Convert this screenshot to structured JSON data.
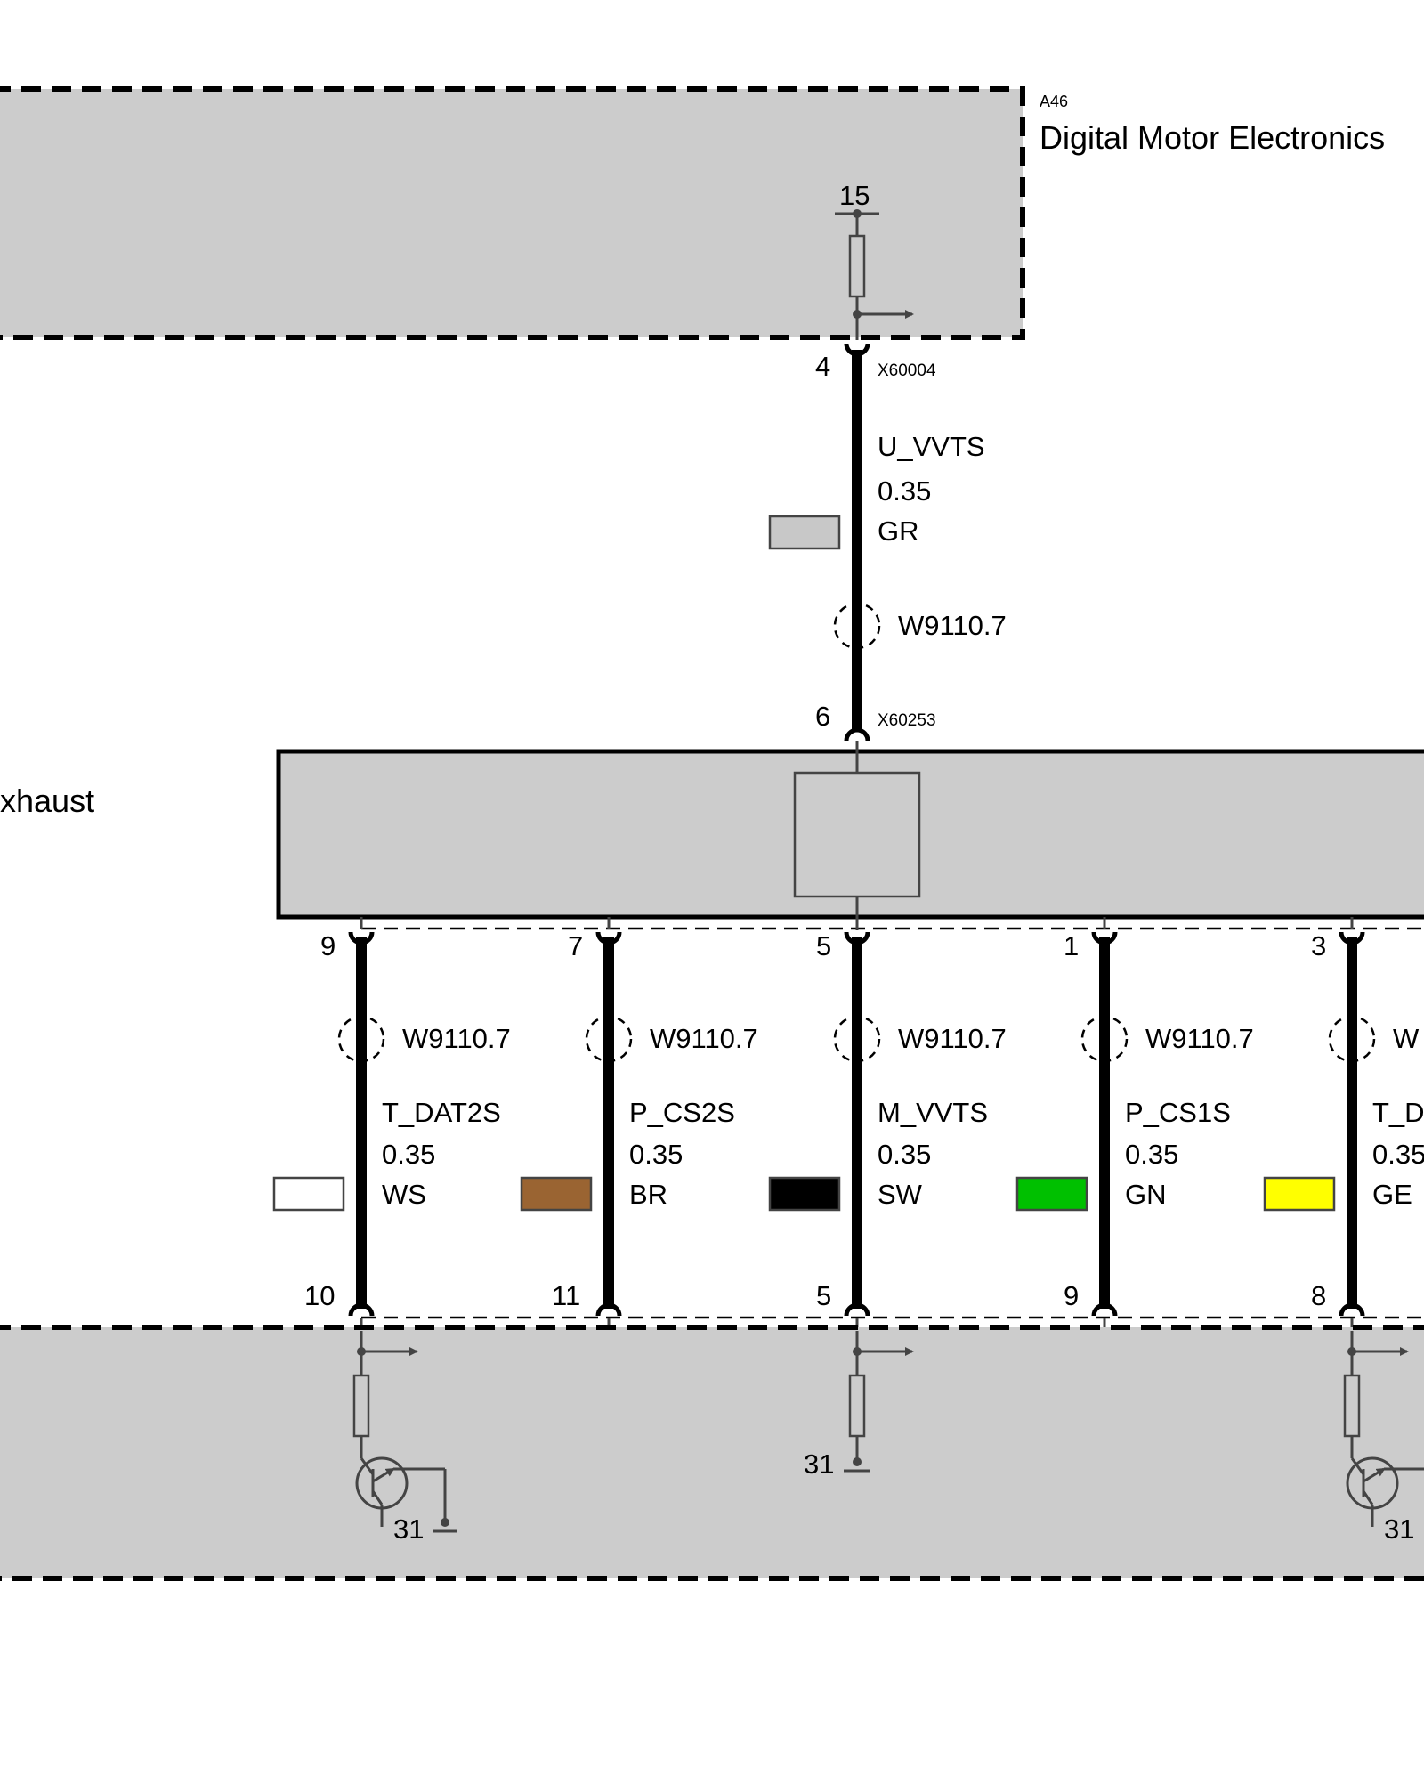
{
  "modules": {
    "top": {
      "code": "A46",
      "name": "Digital Motor Electronics",
      "terminal": "15"
    },
    "middle": {
      "name_fragment": "xhaust"
    },
    "bottom": {
      "ground_label": "31"
    }
  },
  "connectors": {
    "top": "X60004",
    "middle": "X60253"
  },
  "upper_wire": {
    "pin_top": "4",
    "pin_bottom": "6",
    "signal": "U_VVTS",
    "gauge": "0.35",
    "color_code": "GR",
    "color_hex": "#c8c8c8",
    "harness": "W9110.7"
  },
  "lower_wires": [
    {
      "pin_top": "9",
      "pin_bottom": "10",
      "harness": "W9110.7",
      "signal": "T_DAT2S",
      "gauge": "0.35",
      "color_code": "WS",
      "color_hex": "#ffffff"
    },
    {
      "pin_top": "7",
      "pin_bottom": "11",
      "harness": "W9110.7",
      "signal": "P_CS2S",
      "gauge": "0.35",
      "color_code": "BR",
      "color_hex": "#9a6432"
    },
    {
      "pin_top": "5",
      "pin_bottom": "5",
      "harness": "W9110.7",
      "signal": "M_VVTS",
      "gauge": "0.35",
      "color_code": "SW",
      "color_hex": "#000000"
    },
    {
      "pin_top": "1",
      "pin_bottom": "9",
      "harness": "W9110.7",
      "signal": "P_CS1S",
      "gauge": "0.35",
      "color_code": "GN",
      "color_hex": "#00c000"
    },
    {
      "pin_top": "3",
      "pin_bottom": "8",
      "harness": "W",
      "signal": "T_D",
      "gauge": "0.35",
      "color_code": "GE",
      "color_hex": "#ffff00"
    }
  ]
}
